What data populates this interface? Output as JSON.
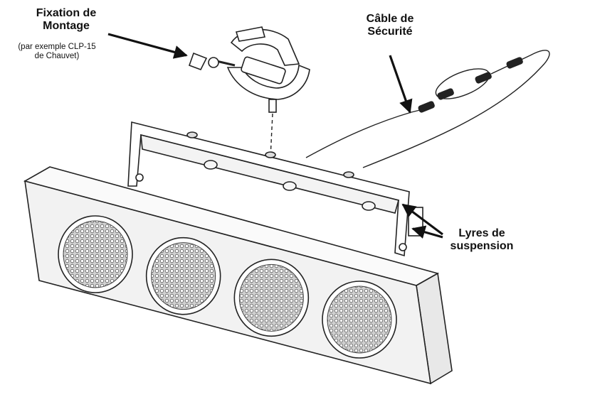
{
  "labels": {
    "mount": {
      "line1": "Fixation de",
      "line2": "Montage",
      "note1": "(par exemple CLP-15",
      "note2": "de Chauvet)"
    },
    "safety_cable": {
      "line1": "Câble de",
      "line2": "Sécurité"
    },
    "brackets": {
      "line1": "Lyres de",
      "line2": "suspension"
    }
  },
  "colors": {
    "ink": "#111111",
    "panel_fill": "#f2f2f2",
    "lens_fill": "#cfcfcf"
  },
  "panel": {
    "lens_count": 4
  }
}
